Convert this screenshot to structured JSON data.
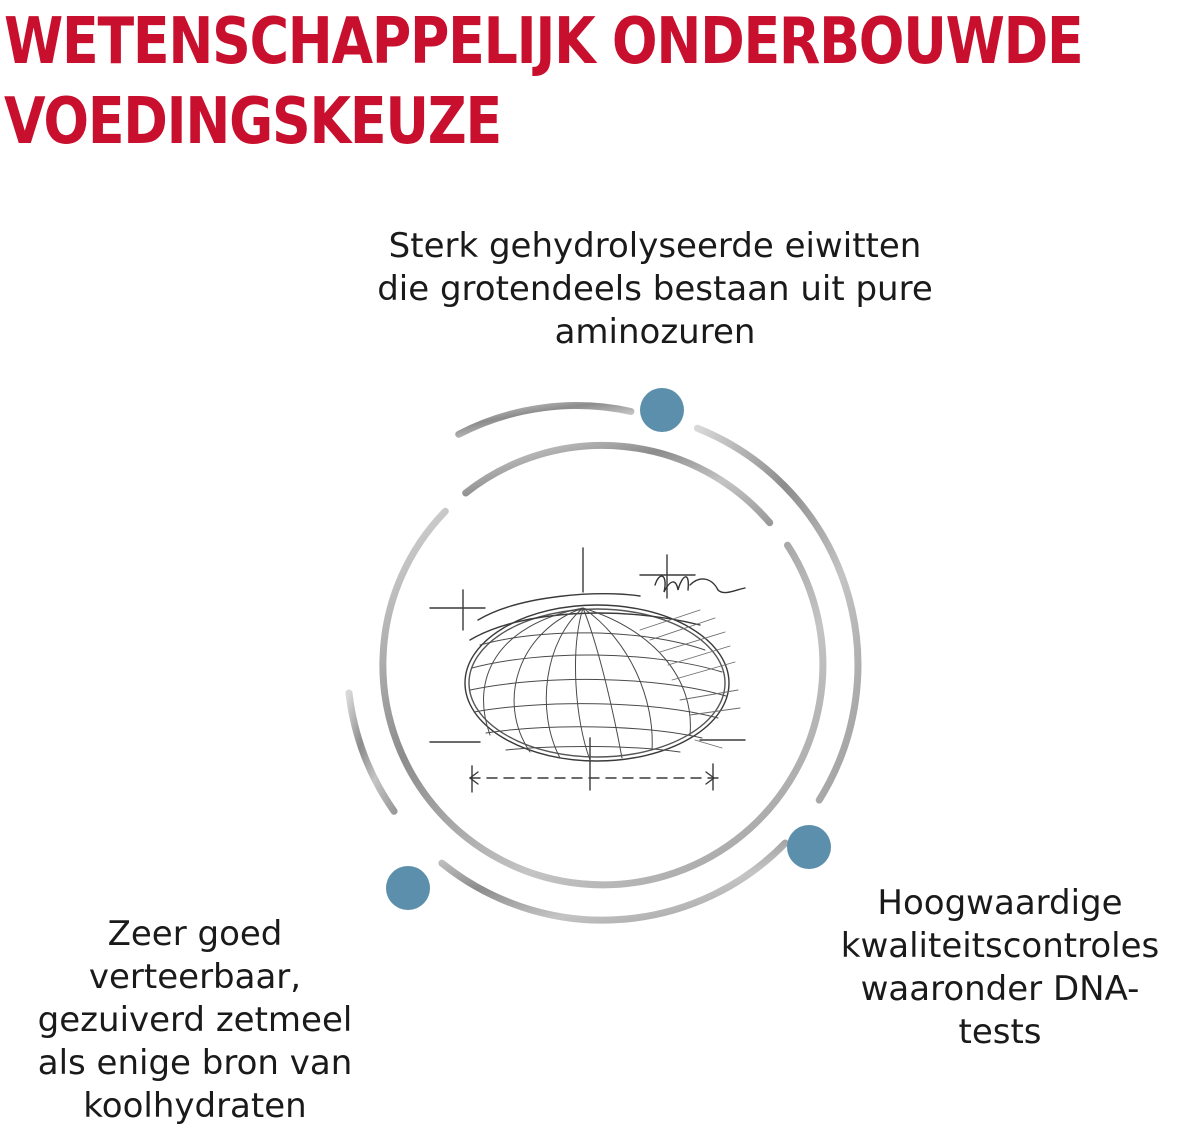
{
  "title": {
    "lines": [
      "WETENSCHAPPELIJK ONDERBOUWDE",
      "VOEDINGSKEUZE"
    ]
  },
  "features": [
    {
      "lines": [
        "Sterk gehydrolyseerde eiwitten",
        "die grotendeels bestaan uit pure",
        "aminozuren"
      ],
      "marker_icon": "dot-icon"
    },
    {
      "lines": [
        "Zeer goed",
        "verteerbaar,",
        "gezuiverd zetmeel",
        "als enige bron van",
        "koolhydraten"
      ],
      "marker_icon": "dot-icon"
    },
    {
      "lines": [
        "Hoogwaardige",
        "kwaliteitscontroles",
        "waaronder DNA-",
        "tests"
      ],
      "marker_icon": "dot-icon"
    }
  ],
  "illustration_icon": "kibble-sketch-icon",
  "colors": {
    "title": "#c8102e",
    "text": "#1a1a1a",
    "dot": "#5b8fab",
    "ring": "#a8a8a8"
  }
}
